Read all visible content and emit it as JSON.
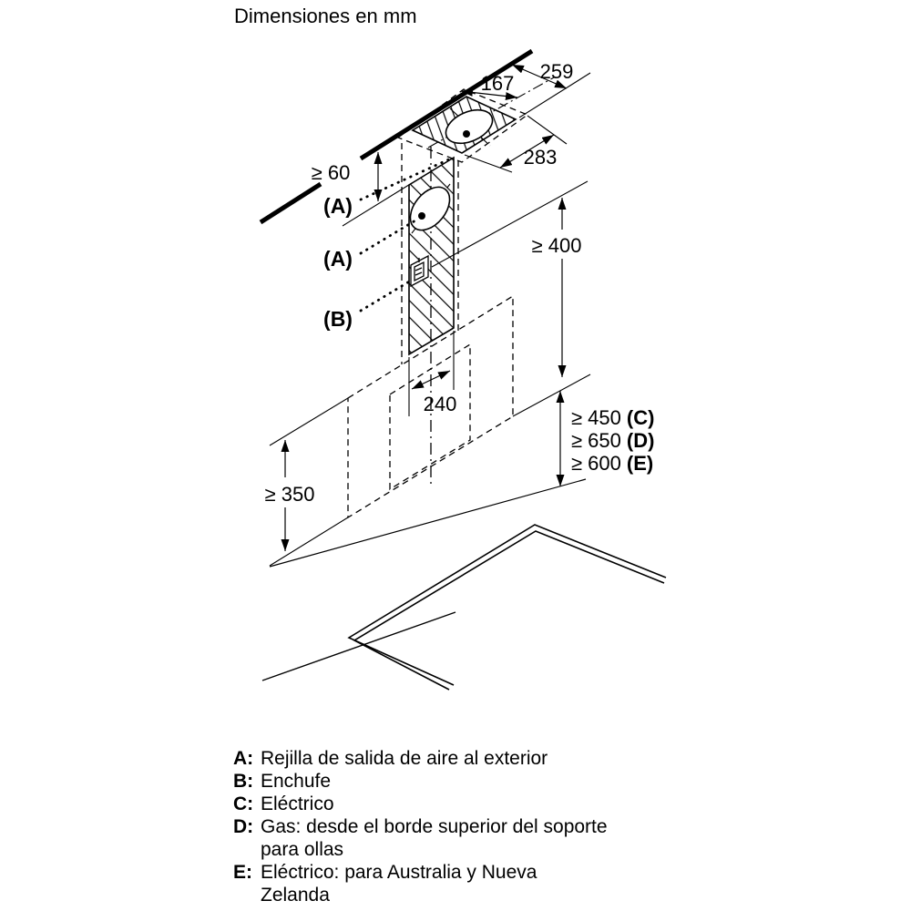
{
  "title": "Dimensiones en mm",
  "colors": {
    "ink": "#000000",
    "background": "#ffffff"
  },
  "dimensions": {
    "duct_offset_depth": "259",
    "duct_center_depth": "167",
    "ceiling_cutout_depth": "283",
    "ceiling_clearance": "≥ 60",
    "wall_section_height": "≥ 400",
    "bracket_width": "240",
    "lower_clearance": "≥ 350",
    "clearance_electric_value": "≥ 450",
    "clearance_electric_key": "(C)",
    "clearance_gas_value": "≥ 650",
    "clearance_gas_key": "(D)",
    "clearance_aus_nz_value": "≥ 600",
    "clearance_aus_nz_key": "(E)"
  },
  "callouts": {
    "air_outlet_ceiling": "(A)",
    "air_outlet_wall": "(A)",
    "socket": "(B)"
  },
  "legend": {
    "items": [
      {
        "key": "A:",
        "line1": "Rejilla de salida de aire al exterior",
        "line2": ""
      },
      {
        "key": "B:",
        "line1": "Enchufe",
        "line2": ""
      },
      {
        "key": "C:",
        "line1": "Eléctrico",
        "line2": ""
      },
      {
        "key": "D:",
        "line1": "Gas: desde el borde superior del soporte",
        "line2": "para ollas"
      },
      {
        "key": "E:",
        "line1": "Eléctrico: para Australia y Nueva",
        "line2": "Zelanda"
      }
    ]
  }
}
